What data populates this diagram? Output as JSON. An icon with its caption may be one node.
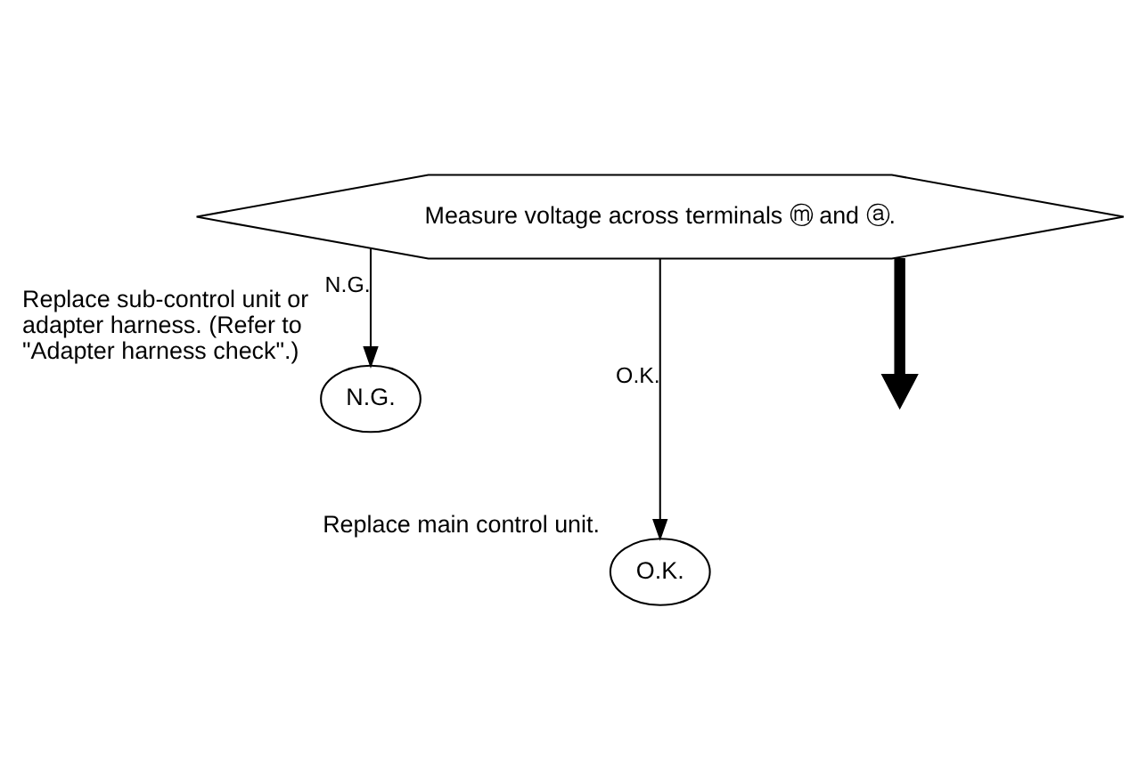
{
  "diagram": {
    "nodes": [
      {
        "text": [
          "Measure voltage across terminals ⓜ and ⓐ."
        ]
      },
      {
        "text": [
          "N.G."
        ],
        "beside": [
          "Replace sub-control unit or adapter harness. (Refer to \"Adapter harness check\".)"
        ]
      },
      {
        "text": [
          "O.K."
        ],
        "beside": [
          "Replace main control unit."
        ]
      }
    ],
    "edges": [
      {
        "from": 0,
        "to": 1,
        "arrow": "to",
        "label": "N.G."
      },
      {
        "from": 0,
        "to": 2,
        "arrow": "to",
        "label": "O.K."
      },
      {
        "from": 0,
        "to": null,
        "arrow": "to",
        "style": "thick"
      }
    ]
  }
}
